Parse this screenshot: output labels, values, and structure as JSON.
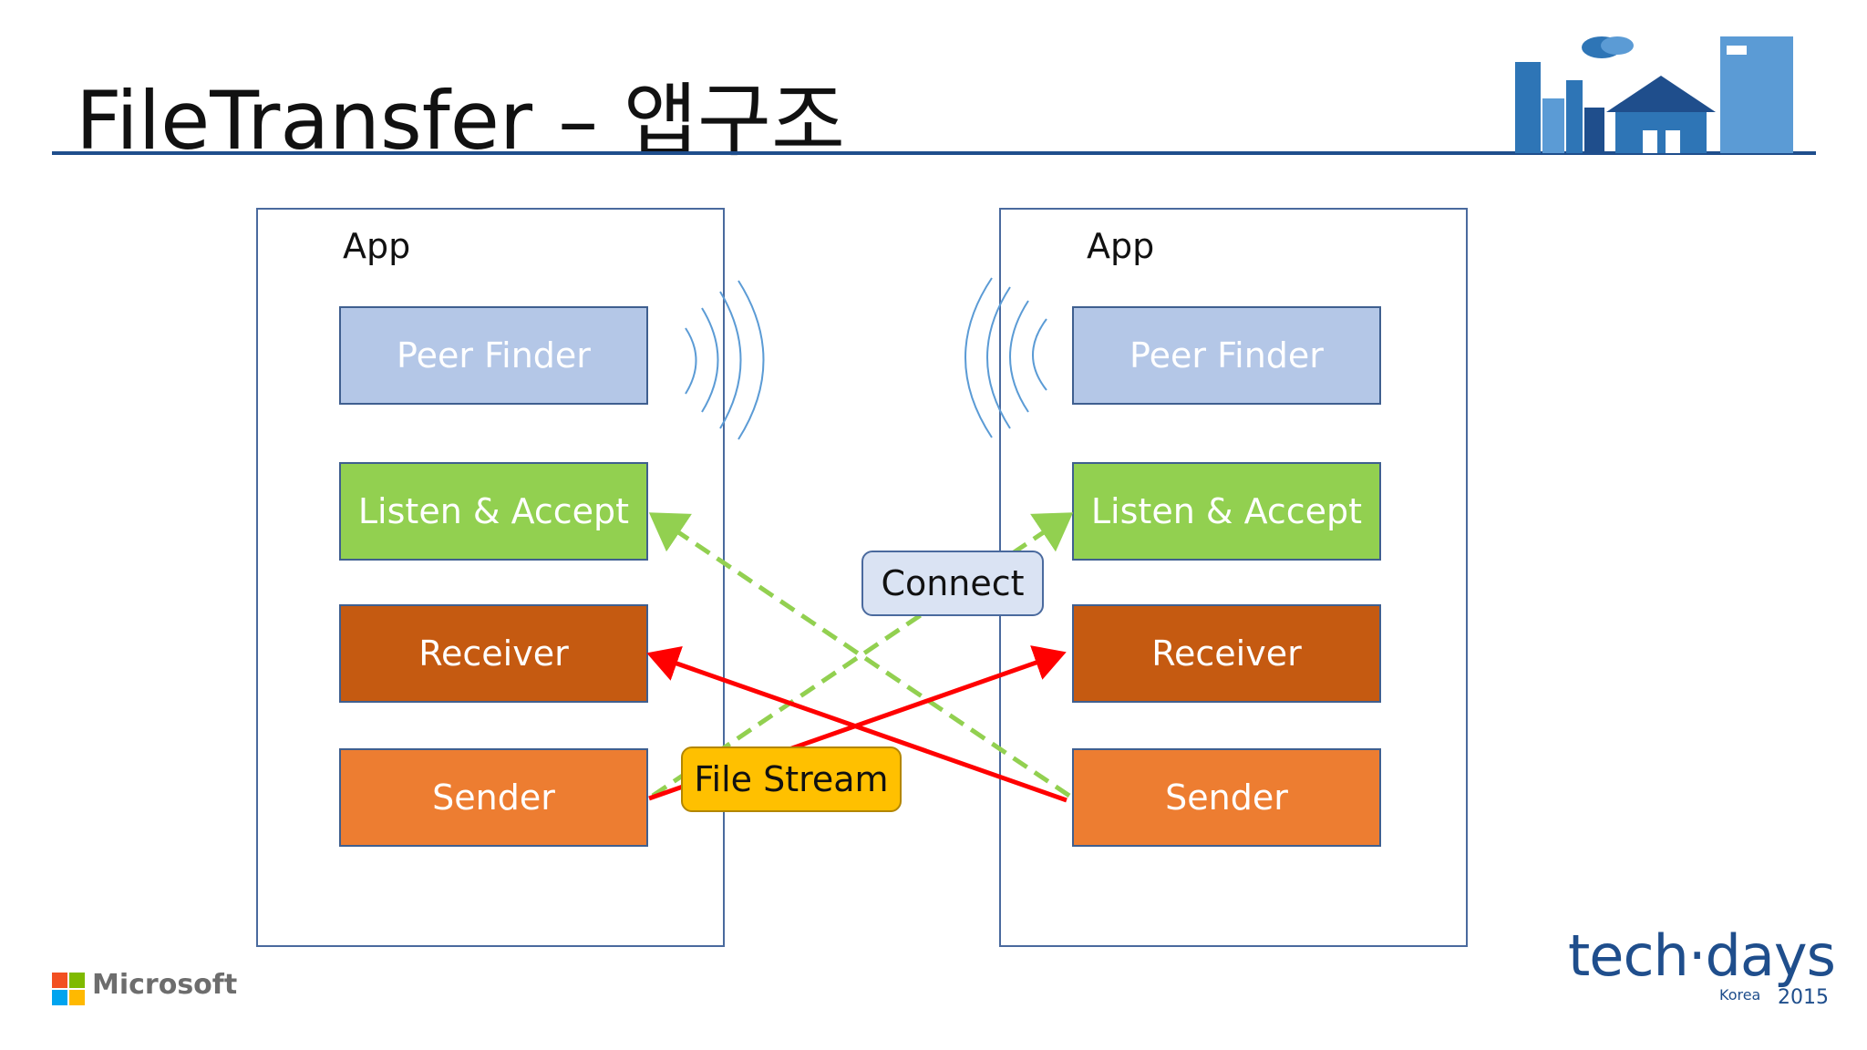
{
  "title": "FileTransfer – 앱구조",
  "left_app": {
    "label": "App",
    "blocks": {
      "peer_finder": "Peer Finder",
      "listen_accept": "Listen & Accept",
      "receiver": "Receiver",
      "sender": "Sender"
    }
  },
  "right_app": {
    "label": "App",
    "blocks": {
      "peer_finder": "Peer Finder",
      "listen_accept": "Listen & Accept",
      "receiver": "Receiver",
      "sender": "Sender"
    }
  },
  "callouts": {
    "connect": "Connect",
    "file_stream": "File Stream"
  },
  "footer": {
    "microsoft": "Microsoft",
    "techdays": "tech·days",
    "korea": "Korea",
    "year": "2015"
  },
  "colors": {
    "peer_finder": "#b4c7e7",
    "listen_accept": "#92d050",
    "receiver": "#c55a11",
    "sender": "#ed7d31",
    "connect_bg": "#dae3f3",
    "file_stream_bg": "#ffc000",
    "connect_line": "#92d050",
    "stream_line": "#ff0000",
    "accent": "#1f4e8c"
  }
}
